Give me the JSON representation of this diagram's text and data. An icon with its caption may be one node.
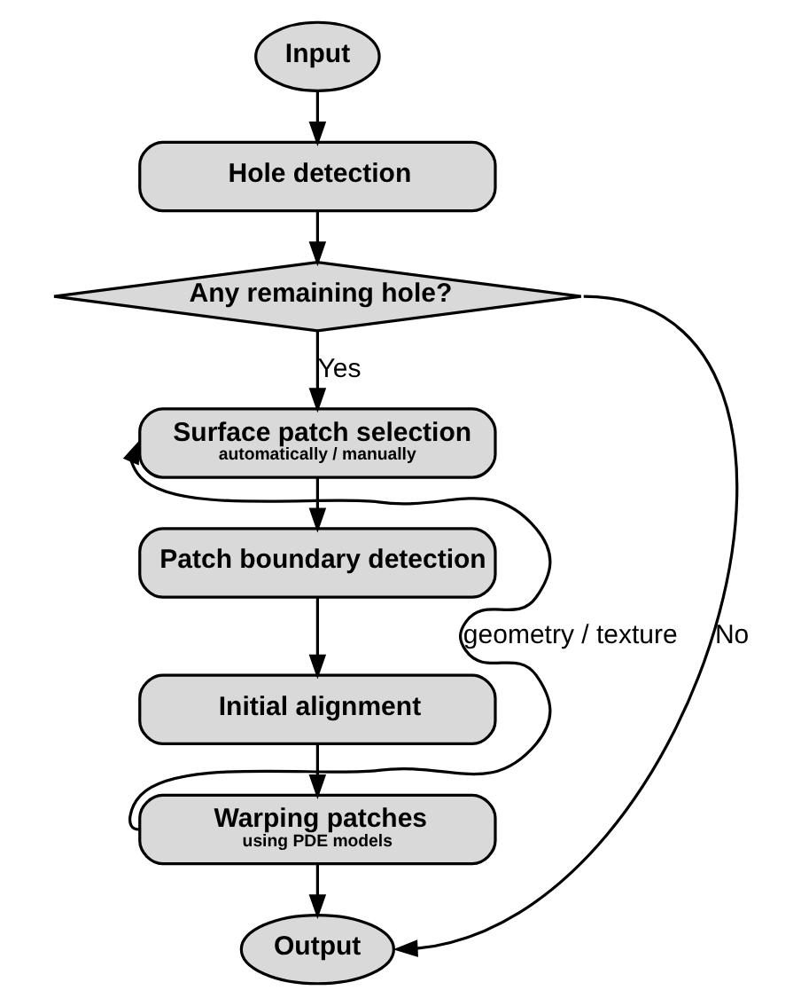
{
  "diagram": {
    "nodes": [
      {
        "text": [
          "Input"
        ]
      },
      {
        "text": [
          "Hole detection"
        ]
      },
      {
        "text": [
          "Any remaining hole?"
        ]
      },
      {
        "text": [
          "Surface patch selection",
          "automatically / manually"
        ]
      },
      {
        "text": [
          "Patch boundary detection"
        ]
      },
      {
        "text": [
          "Initial alignment"
        ]
      },
      {
        "text": [
          "Warping patches",
          "using PDE models"
        ]
      },
      {
        "text": [
          "Output"
        ]
      }
    ],
    "edges": [
      {
        "from": 0,
        "to": 1,
        "arrow": "to"
      },
      {
        "from": 1,
        "to": 2,
        "arrow": "to"
      },
      {
        "from": 2,
        "to": 3,
        "arrow": "to",
        "label": "Yes"
      },
      {
        "from": 3,
        "to": 4,
        "arrow": "to"
      },
      {
        "from": 4,
        "to": 5,
        "arrow": "to"
      },
      {
        "from": 5,
        "to": 6,
        "arrow": "to"
      },
      {
        "from": 6,
        "to": 7,
        "arrow": "to"
      },
      {
        "from": 2,
        "to": 7,
        "arrow": "to",
        "label": "No"
      },
      {
        "from": 6,
        "to": 3,
        "arrow": "to",
        "label": "geometry / texture"
      }
    ]
  }
}
